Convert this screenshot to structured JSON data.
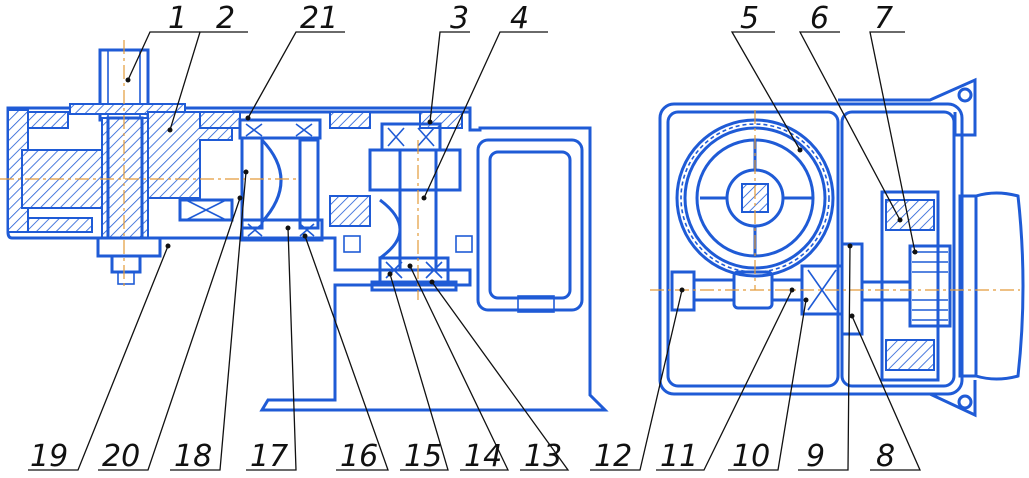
{
  "callouts": {
    "top": [
      "1",
      "2",
      "21",
      "3",
      "4",
      "5",
      "6",
      "7"
    ],
    "bottom": [
      "19",
      "20",
      "18",
      "17",
      "16",
      "15",
      "14",
      "13",
      "12",
      "11",
      "10",
      "9",
      "8"
    ]
  },
  "colors": {
    "drawing": "#1f5bd6",
    "axis": "#e39b3a",
    "leader": "#111111"
  }
}
